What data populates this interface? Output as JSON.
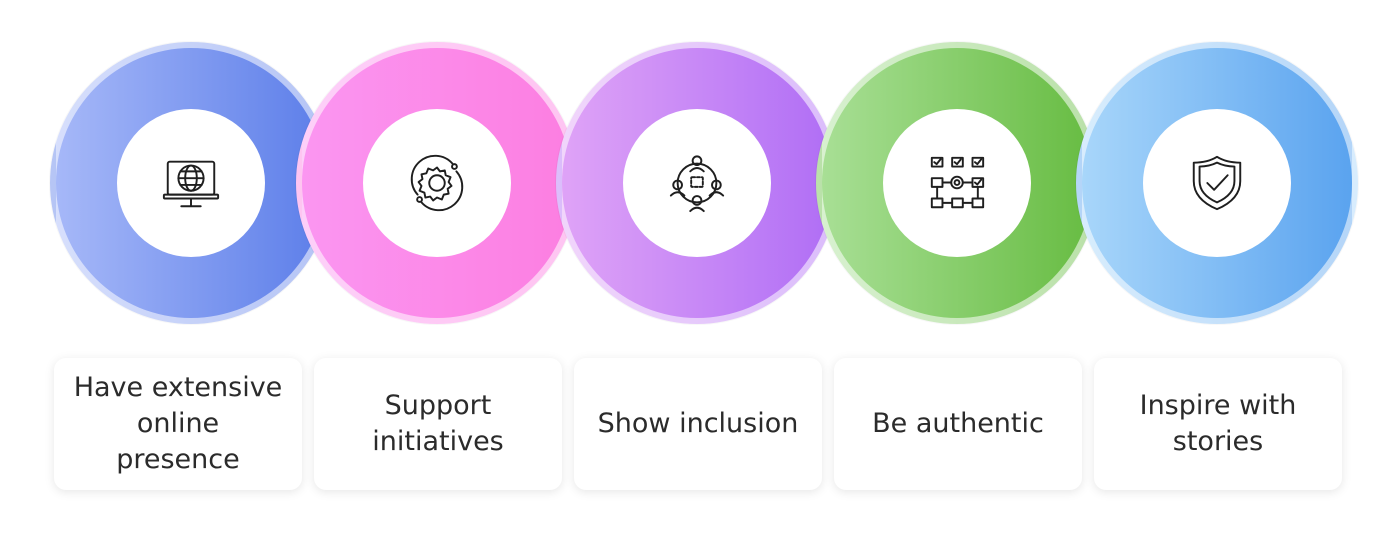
{
  "steps": [
    {
      "label": "Have extensive online presence",
      "icon": "globe-monitor-icon",
      "color_start": "#a6b8f8",
      "color_end": "#5c7ee9"
    },
    {
      "label": "Support initiatives",
      "icon": "gear-orbit-icon",
      "color_start": "#fb96f1",
      "color_end": "#fc7ee1"
    },
    {
      "label": "Show inclusion",
      "icon": "people-circle-icon",
      "color_start": "#dfa3f7",
      "color_end": "#b06ef5"
    },
    {
      "label": "Be authentic",
      "icon": "checklist-gear-icon",
      "color_start": "#a8df95",
      "color_end": "#67bc42"
    },
    {
      "label": "Inspire with stories",
      "icon": "shield-check-icon",
      "color_start": "#a8d6fa",
      "color_end": "#5aa3ef"
    }
  ]
}
